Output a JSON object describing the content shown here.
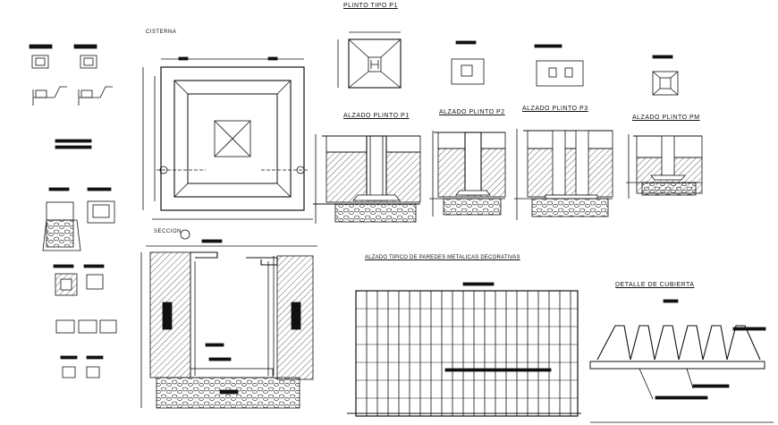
{
  "drawing": {
    "titles": {
      "plinto_tipo": "PLINTO TIPO P1",
      "cisterna": "CISTERNA",
      "alzado_p1": "ALZADO PLINTO P1",
      "alzado_p2": "ALZADO PLINTO P2",
      "alzado_p3": "ALZADO PLINTO P3",
      "alzado_pm": "ALZADO PLINTO PM",
      "seccion": "SECCION",
      "paredes": "ALZADO TIPICO DE PAREDES METALICAS DECORATIVAS",
      "cubierta": "DETALLE DE CUBIERTA"
    },
    "colors": {
      "line": "#111111",
      "background": "#ffffff"
    }
  }
}
